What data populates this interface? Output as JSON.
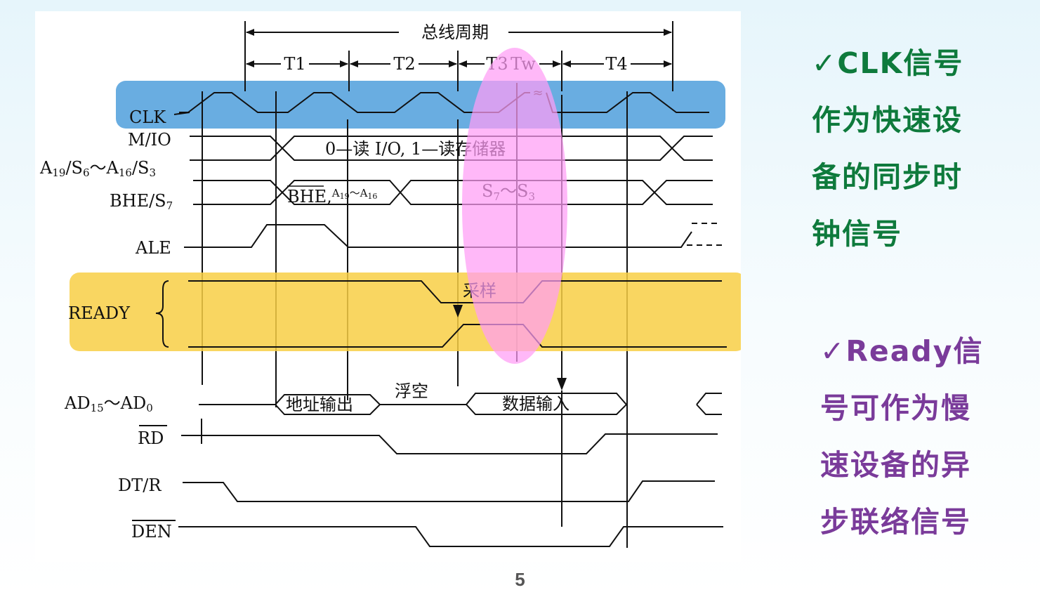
{
  "diagram": {
    "bus_cycle_label": "总线周期",
    "t_states": [
      "T1",
      "T2",
      "T3",
      "Tw",
      "T4"
    ],
    "signals": {
      "clk": "CLK",
      "mio": "M/IO",
      "a19_s6_a16_s3": {
        "main1": "A",
        "sub1": "19",
        "main2": "/S",
        "sub2": "6",
        "main3": "～A",
        "sub3": "16",
        "main4": "/S",
        "sub4": "3"
      },
      "bhe_s7": {
        "main1": "BHE/S",
        "sub1": "7"
      },
      "ale": "ALE",
      "ready": "READY",
      "ad15_ad0": {
        "main1": "AD",
        "sub1": "15",
        "main2": "～AD",
        "sub2": "0"
      },
      "rd": "RD",
      "dtr": "DT/R",
      "den": "DEN"
    },
    "annotations": {
      "mio_text": "0—读 I/O, 1—读存储器",
      "bhe_text": "BHE",
      "bhe_addr": {
        "main1": "A",
        "sub1": "19",
        "main2": "～A",
        "sub2": "16"
      },
      "status_text": {
        "main1": "S",
        "sub1": "7",
        "main2": "～S",
        "sub2": "3"
      },
      "sample_text": "采样",
      "address_out": "地址输出",
      "float_text": "浮空",
      "data_in": "数据输入"
    },
    "highlight_colors": {
      "clk_band": "#4f9fdc",
      "ready_band": "#f8cf45",
      "t3_ellipse": "#ff9cf5"
    }
  },
  "notes": {
    "clk_note": [
      "✓CLK信号",
      "作为快速设",
      "备的同步时",
      "钟信号"
    ],
    "ready_note": [
      "✓Ready信",
      "号可作为慢",
      "速设备的异",
      "步联络信号"
    ],
    "clk_note_color": "#0e7a3c",
    "ready_note_color": "#7a3b9a"
  },
  "page_number": "5"
}
